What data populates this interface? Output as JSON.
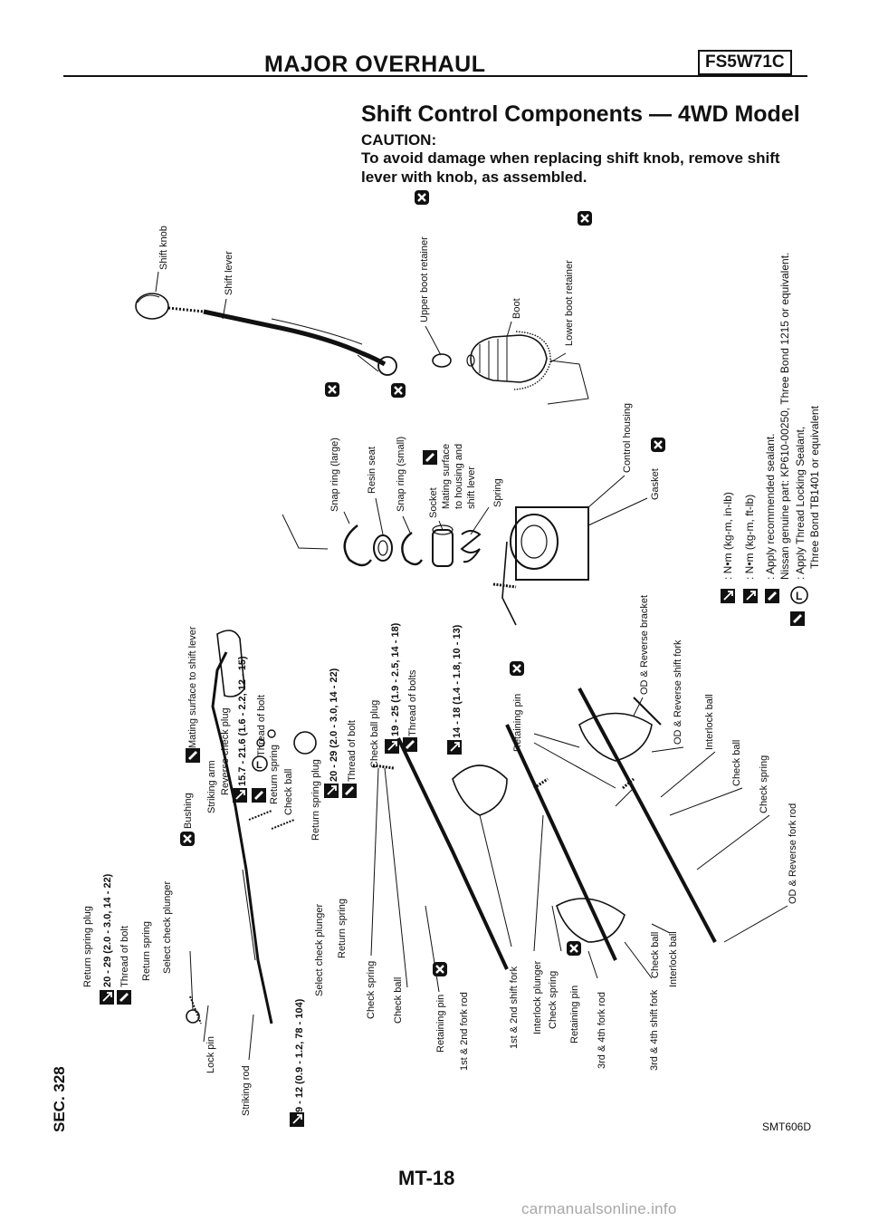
{
  "header": {
    "title": "MAJOR OVERHAUL",
    "model": "FS5W71C"
  },
  "section_title": "Shift Control Components — 4WD Model",
  "caution": {
    "heading": "CAUTION:",
    "text": "To avoid damage when replacing shift knob, remove shift lever with knob, as assembled."
  },
  "labels": {
    "shift_knob": "Shift knob",
    "shift_lever": "Shift lever",
    "upper_boot_retainer": "Upper boot retainer",
    "boot": "Boot",
    "lower_boot_retainer": "Lower boot retainer",
    "snap_ring_large": "Snap ring (large)",
    "resin_seat": "Resin seat",
    "snap_ring_small": "Snap ring (small)",
    "socket": "Socket",
    "socket_note_1": "Mating surface",
    "socket_note_2": "to housing and",
    "socket_note_3": "shift lever",
    "spring": "Spring",
    "control_housing": "Control housing",
    "gasket": "Gasket",
    "return_spring_plug_1": "Return spring plug",
    "torque_rsp_1": "20 - 29 (2.0 - 3.0, 14 - 22)",
    "thread_of_bolt_1": "Thread of bolt",
    "return_spring_1": "Return spring",
    "select_check_plunger_1": "Select check plunger",
    "bushing": "Bushing",
    "mating_surface_shift_lever": "Mating surface to shift lever",
    "striking_arm": "Striking arm",
    "reverse_check_plug": "Reverse check plug",
    "torque_rcp": "15.7 - 21.6 (1.6 - 2.2, 12 - 15)",
    "thread_of_bolt_2": "Thread of bolt",
    "return_spring_2": "Return spring",
    "check_ball_1": "Check ball",
    "return_spring_plug_2": "Return spring plug",
    "torque_rsp_2": "20 - 29 (2.0 - 3.0, 14 - 22)",
    "thread_of_bolt_3": "Thread of bolt",
    "torque_9_12": "9 - 12 (0.9 - 1.2, 78 - 104)",
    "select_check_plunger_2": "Select check plunger",
    "return_spring_3": "Return spring",
    "lock_pin": "Lock pin",
    "striking_rod": "Striking rod",
    "check_ball_plug": "Check ball plug",
    "torque_cbp": "19 - 25 (1.9 - 2.5, 14 - 18)",
    "thread_of_bolts": "Thread of bolts",
    "torque_14_18": "14 - 18 (1.4 - 1.8, 10 - 13)",
    "retaining_pin_1": "Retaining pin",
    "od_reverse_bracket": "OD & Reverse bracket",
    "od_reverse_shift_fork": "OD & Reverse shift fork",
    "interlock_ball_1": "Interlock ball",
    "check_ball_2": "Check ball",
    "check_spring_1": "Check spring",
    "od_reverse_fork_rod": "OD & Reverse fork rod",
    "check_spring_2": "Check spring",
    "check_ball_3": "Check ball",
    "retaining_pin_2": "Retaining pin",
    "fork_rod_12": "1st & 2nd fork rod",
    "shift_fork_12": "1st & 2nd shift fork",
    "interlock_plunger": "Interlock plunger",
    "check_spring_3": "Check spring",
    "retaining_pin_3": "Retaining pin",
    "fork_rod_34": "3rd & 4th fork rod",
    "shift_fork_34": "3rd & 4th shift fork",
    "check_ball_4": "Check ball",
    "interlock_ball_2": "Interlock ball"
  },
  "legend": {
    "nm_inlb": ": N•m (kg-m, in-lb)",
    "nm_ftlb": ": N•m (kg-m, ft-lb)",
    "sealant_1": ": Apply recommended sealant.",
    "sealant_2": "Nissan genuine part: KP610-00250, Three Bond 1215 or equivalent.",
    "locking_1": ": Apply Thread Locking Sealant,",
    "locking_2": "Three Bond TB1401 or equivalent"
  },
  "footer": {
    "sec": "SEC. 328",
    "figure_code": "SMT606D",
    "page": "MT-18",
    "watermark": "carmanualsonline.info"
  }
}
